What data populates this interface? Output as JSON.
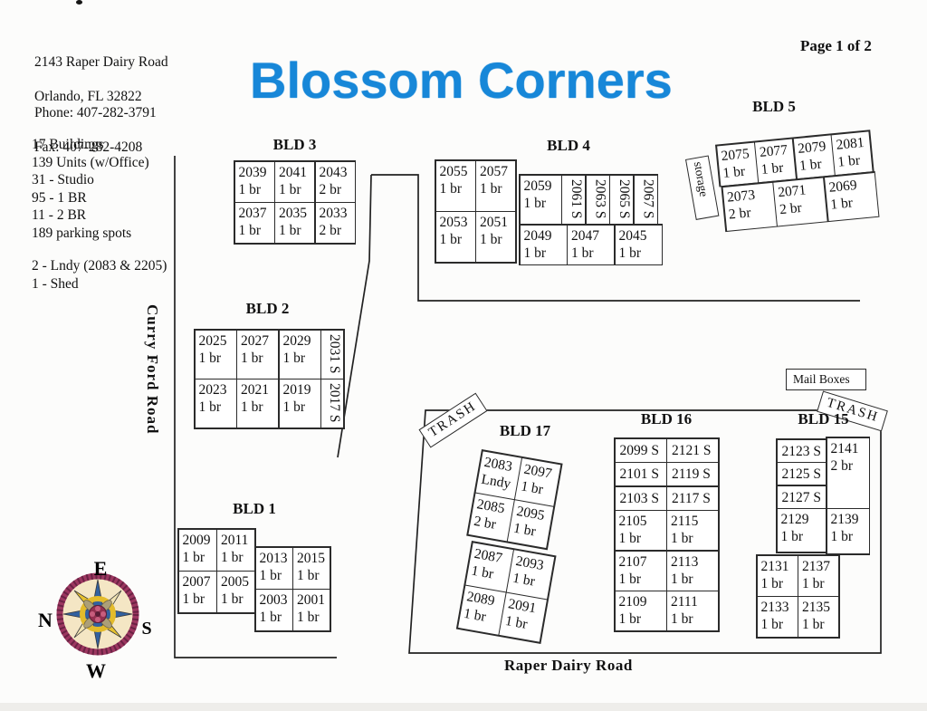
{
  "page": {
    "title": "Blossom Corners",
    "page_label": "Page 1 of 2",
    "title_color": "#1787d8"
  },
  "header": {
    "address_line1": "2143 Raper Dairy Road",
    "address_line2": "Orlando, FL 32822",
    "phone": "Phone: 407-282-3791",
    "fax": "Fax: 407-282-4208"
  },
  "stats": {
    "group1": [
      "17 Buildings",
      "139 Units (w/Office)",
      "31 - Studio",
      "95 - 1 BR",
      "11 - 2 BR",
      "189 parking spots"
    ],
    "group2": [
      "2 - Lndy (2083 & 2205)",
      "1 - Shed"
    ]
  },
  "roads": {
    "left": "Curry Ford Road",
    "bottom": "Raper Dairy Road"
  },
  "labels": {
    "mailboxes": "Mail Boxes",
    "trash": "TRASH",
    "storage": "storage"
  },
  "compass": {
    "n": "N",
    "e": "E",
    "s": "S",
    "w": "W"
  },
  "buildings": {
    "bld3": {
      "label": "BLD 3",
      "units": [
        {
          "n": "2039",
          "t": "1 br"
        },
        {
          "n": "2041",
          "t": "1 br"
        },
        {
          "n": "2043",
          "t": "2 br"
        },
        {
          "n": "2037",
          "t": "1 br"
        },
        {
          "n": "2035",
          "t": "1 br"
        },
        {
          "n": "2033",
          "t": "2 br"
        }
      ]
    },
    "bld2": {
      "label": "BLD 2",
      "units": [
        {
          "n": "2025",
          "t": "1 br"
        },
        {
          "n": "2027",
          "t": "1 br"
        },
        {
          "n": "2029",
          "t": "1 br"
        },
        {
          "n": "2031 S",
          "v": true
        },
        {
          "n": "2023",
          "t": "1 br"
        },
        {
          "n": "2021",
          "t": "1 br"
        },
        {
          "n": "2019",
          "t": "1 br"
        },
        {
          "n": "2017 S",
          "v": true
        }
      ]
    },
    "bld1": {
      "label": "BLD 1",
      "blockA": [
        {
          "n": "2009",
          "t": "1 br"
        },
        {
          "n": "2011",
          "t": "1 br"
        },
        {
          "n": "2007",
          "t": "1 br"
        },
        {
          "n": "2005",
          "t": "1 br"
        }
      ],
      "blockB": [
        {
          "n": "2013",
          "t": "1 br"
        },
        {
          "n": "2015",
          "t": "1 br"
        },
        {
          "n": "2003",
          "t": "1 br"
        },
        {
          "n": "2001",
          "t": "1 br"
        }
      ]
    },
    "bld4": {
      "label": "BLD 4",
      "blockA": [
        {
          "n": "2055",
          "t": "1 br"
        },
        {
          "n": "2057",
          "t": "1 br"
        },
        {
          "n": "2053",
          "t": "1 br"
        },
        {
          "n": "2051",
          "t": "1 br"
        }
      ],
      "blockB": [
        {
          "n": "2059",
          "t": "1 br"
        },
        {
          "n": "2061 S",
          "v": true
        },
        {
          "n": "2063 S",
          "v": true
        },
        {
          "n": "2065 S",
          "v": true
        },
        {
          "n": "2067 S",
          "v": true
        }
      ],
      "blockC": [
        {
          "n": "2049",
          "t": "1 br"
        },
        {
          "n": "2047",
          "t": "1 br"
        },
        {
          "n": "2045",
          "t": "1 br"
        }
      ]
    },
    "bld5": {
      "label": "BLD 5",
      "row1": [
        {
          "n": "2075",
          "t": "1 br"
        },
        {
          "n": "2077",
          "t": "1 br"
        },
        {
          "n": "2079",
          "t": "1 br"
        },
        {
          "n": "2081",
          "t": "1 br"
        }
      ],
      "row2": [
        {
          "n": "2073",
          "t": "2 br"
        },
        {
          "n": "2071",
          "t": "2 br"
        },
        {
          "n": "2069",
          "t": "1 br"
        }
      ]
    },
    "bld17": {
      "label": "BLD 17",
      "blockA": [
        {
          "n": "2083",
          "t": "Lndy"
        },
        {
          "n": "2097",
          "t": "1 br"
        },
        {
          "n": "2085",
          "t": "2 br"
        },
        {
          "n": "2095",
          "t": "1 br"
        }
      ],
      "blockB": [
        {
          "n": "2087",
          "t": "1 br"
        },
        {
          "n": "2093",
          "t": "1 br"
        },
        {
          "n": "2089",
          "t": "1 br"
        },
        {
          "n": "2091",
          "t": "1 br"
        }
      ]
    },
    "bld16": {
      "label": "BLD 16",
      "units": [
        {
          "n": "2099 S",
          "s": true
        },
        {
          "n": "2121 S",
          "s": true
        },
        {
          "n": "2101 S",
          "s": true
        },
        {
          "n": "2119 S",
          "s": true
        },
        {
          "n": "2103 S",
          "s": true
        },
        {
          "n": "2117 S",
          "s": true
        },
        {
          "n": "2105",
          "t": "1 br"
        },
        {
          "n": "2115",
          "t": "1 br"
        },
        {
          "n": "2107",
          "t": "1 br"
        },
        {
          "n": "2113",
          "t": "1 br"
        },
        {
          "n": "2109",
          "t": "1 br"
        },
        {
          "n": "2111",
          "t": "1 br"
        }
      ]
    },
    "bld15": {
      "label": "BLD 15",
      "colL": [
        {
          "n": "2123 S",
          "s": true
        },
        {
          "n": "2125 S",
          "s": true
        },
        {
          "n": "2127 S",
          "s": true
        },
        {
          "n": "2129",
          "t": "1 br"
        }
      ],
      "colR": [
        {
          "n": "2141",
          "t": "2 br"
        },
        {
          "n": "2139",
          "t": "1 br"
        }
      ],
      "block": [
        {
          "n": "2131",
          "t": "1 br"
        },
        {
          "n": "2137",
          "t": "1 br"
        },
        {
          "n": "2133",
          "t": "1 br"
        },
        {
          "n": "2135",
          "t": "1 br"
        }
      ]
    }
  }
}
